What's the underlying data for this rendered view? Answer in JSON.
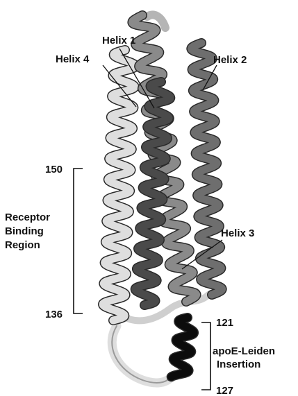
{
  "labels": {
    "helix1": "Helix 1",
    "helix2": "Helix 2",
    "helix3": "Helix 3",
    "helix4": "Helix 4",
    "residue_150": "150",
    "residue_136": "136",
    "residue_121": "121",
    "residue_127": "127",
    "region_line1": "Receptor",
    "region_line2": "Binding",
    "region_line3": "Region",
    "insertion_line1": "apoE-Leiden",
    "insertion_line2": "Insertion"
  },
  "colors": {
    "helix1": "#4a4a4a",
    "helix2": "#6e6e6e",
    "helix3": "#8a8a8a",
    "helix4": "#dedede",
    "insertion": "#0c0c0c",
    "text": "#111111"
  }
}
